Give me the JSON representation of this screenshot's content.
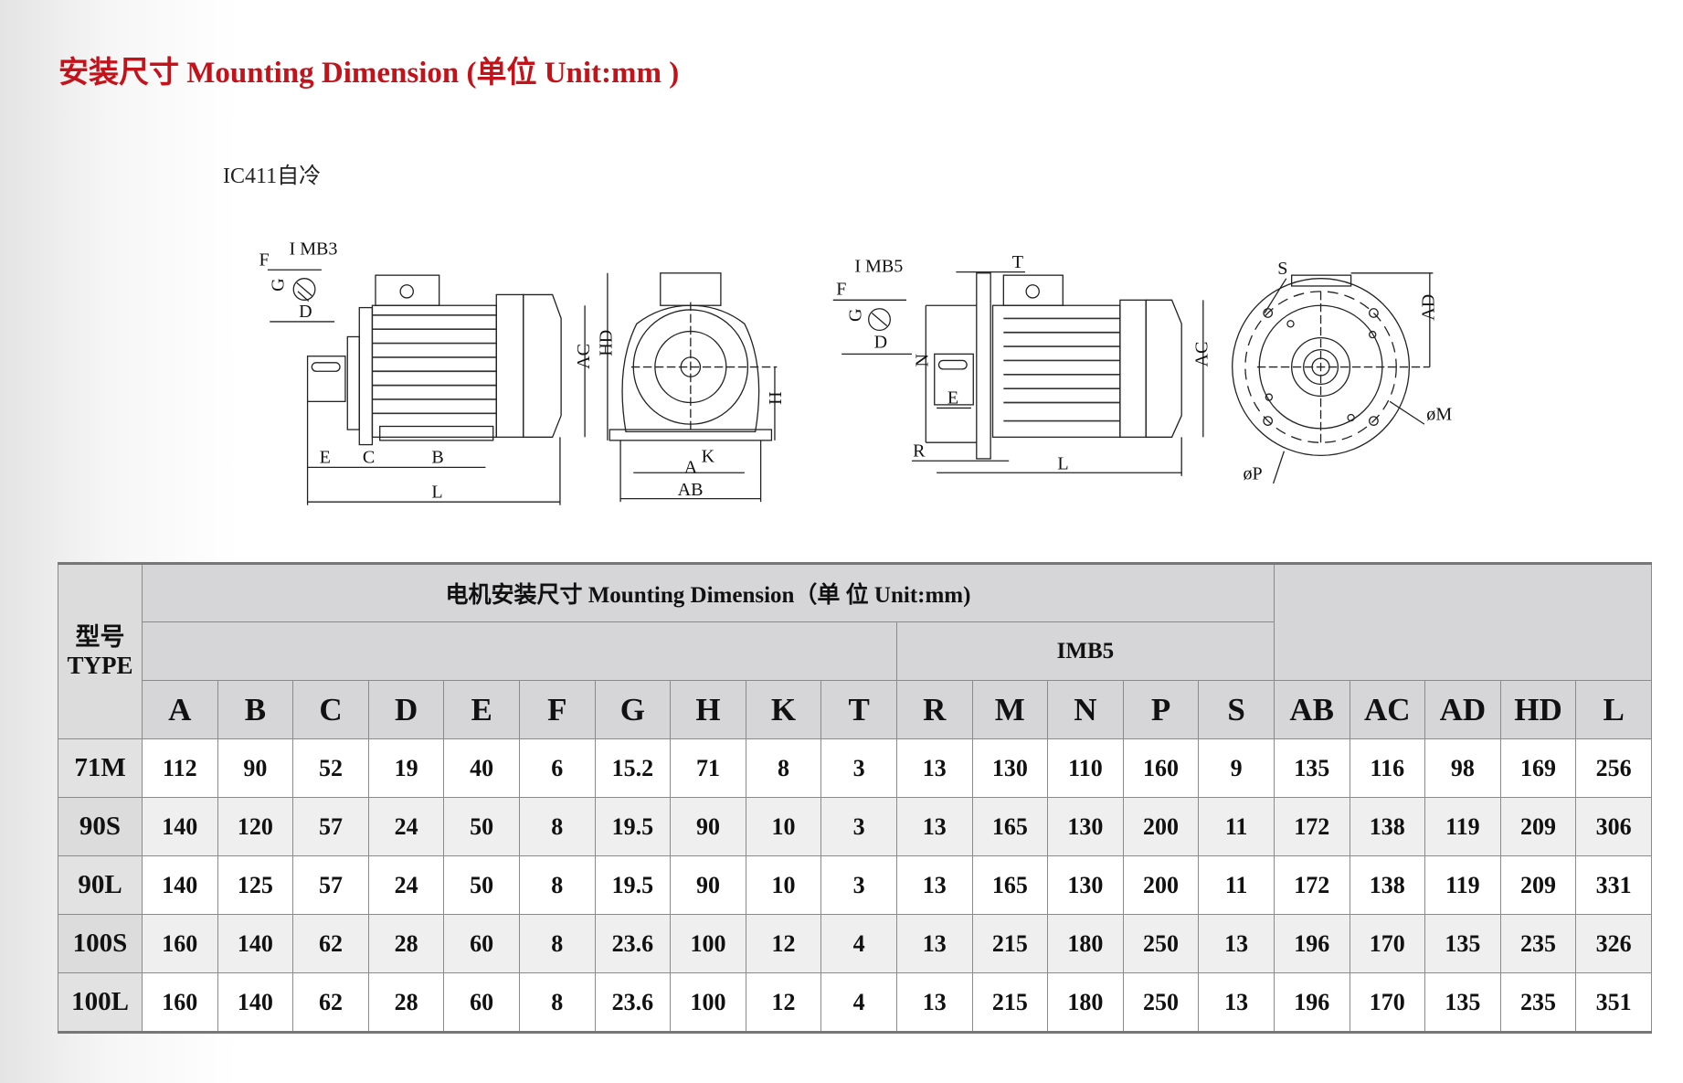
{
  "title": "安装尺寸 Mounting Dimension (单位 Unit:mm )",
  "subtitle": "IC411自冷",
  "drawings": {
    "imb3": {
      "label": "I MB3",
      "dims": {
        "F": "F",
        "G": "G",
        "D": "D",
        "E": "E",
        "C": "C",
        "B": "B",
        "L": "L",
        "AC": "AC",
        "HD": "HD",
        "H": "H",
        "A": "A",
        "K": "K",
        "AB": "AB"
      }
    },
    "imb5": {
      "label": "I MB5",
      "dims": {
        "T": "T",
        "F": "F",
        "G": "G",
        "D": "D",
        "N": "N",
        "E": "E",
        "R": "R",
        "L": "L",
        "AC": "AC",
        "S": "S",
        "AD": "AD",
        "M": "øM",
        "P": "øP"
      }
    }
  },
  "table": {
    "type_header_cn": "型号",
    "type_header_en": "TYPE",
    "group_header": "电机安装尺寸 Mounting Dimension（单  位  Unit:mm)",
    "imb5_header": "IMB5",
    "columns": [
      "A",
      "B",
      "C",
      "D",
      "E",
      "F",
      "G",
      "H",
      "K",
      "T",
      "R",
      "M",
      "N",
      "P",
      "S",
      "AB",
      "AC",
      "AD",
      "HD",
      "L"
    ],
    "rows": [
      {
        "type": "71M",
        "values": [
          "112",
          "90",
          "52",
          "19",
          "40",
          "6",
          "15.2",
          "71",
          "8",
          "3",
          "13",
          "130",
          "110",
          "160",
          "9",
          "135",
          "116",
          "98",
          "169",
          "256"
        ]
      },
      {
        "type": "90S",
        "values": [
          "140",
          "120",
          "57",
          "24",
          "50",
          "8",
          "19.5",
          "90",
          "10",
          "3",
          "13",
          "165",
          "130",
          "200",
          "11",
          "172",
          "138",
          "119",
          "209",
          "306"
        ]
      },
      {
        "type": "90L",
        "values": [
          "140",
          "125",
          "57",
          "24",
          "50",
          "8",
          "19.5",
          "90",
          "10",
          "3",
          "13",
          "165",
          "130",
          "200",
          "11",
          "172",
          "138",
          "119",
          "209",
          "331"
        ]
      },
      {
        "type": "100S",
        "values": [
          "160",
          "140",
          "62",
          "28",
          "60",
          "8",
          "23.6",
          "100",
          "12",
          "4",
          "13",
          "215",
          "180",
          "250",
          "13",
          "196",
          "170",
          "135",
          "235",
          "326"
        ]
      },
      {
        "type": "100L",
        "values": [
          "160",
          "140",
          "62",
          "28",
          "60",
          "8",
          "23.6",
          "100",
          "12",
          "4",
          "13",
          "215",
          "180",
          "250",
          "13",
          "196",
          "170",
          "135",
          "235",
          "351"
        ]
      }
    ]
  },
  "colors": {
    "title": "#c4121a",
    "header_bg": "#d6d6d8",
    "alt_row": "#efefef"
  }
}
